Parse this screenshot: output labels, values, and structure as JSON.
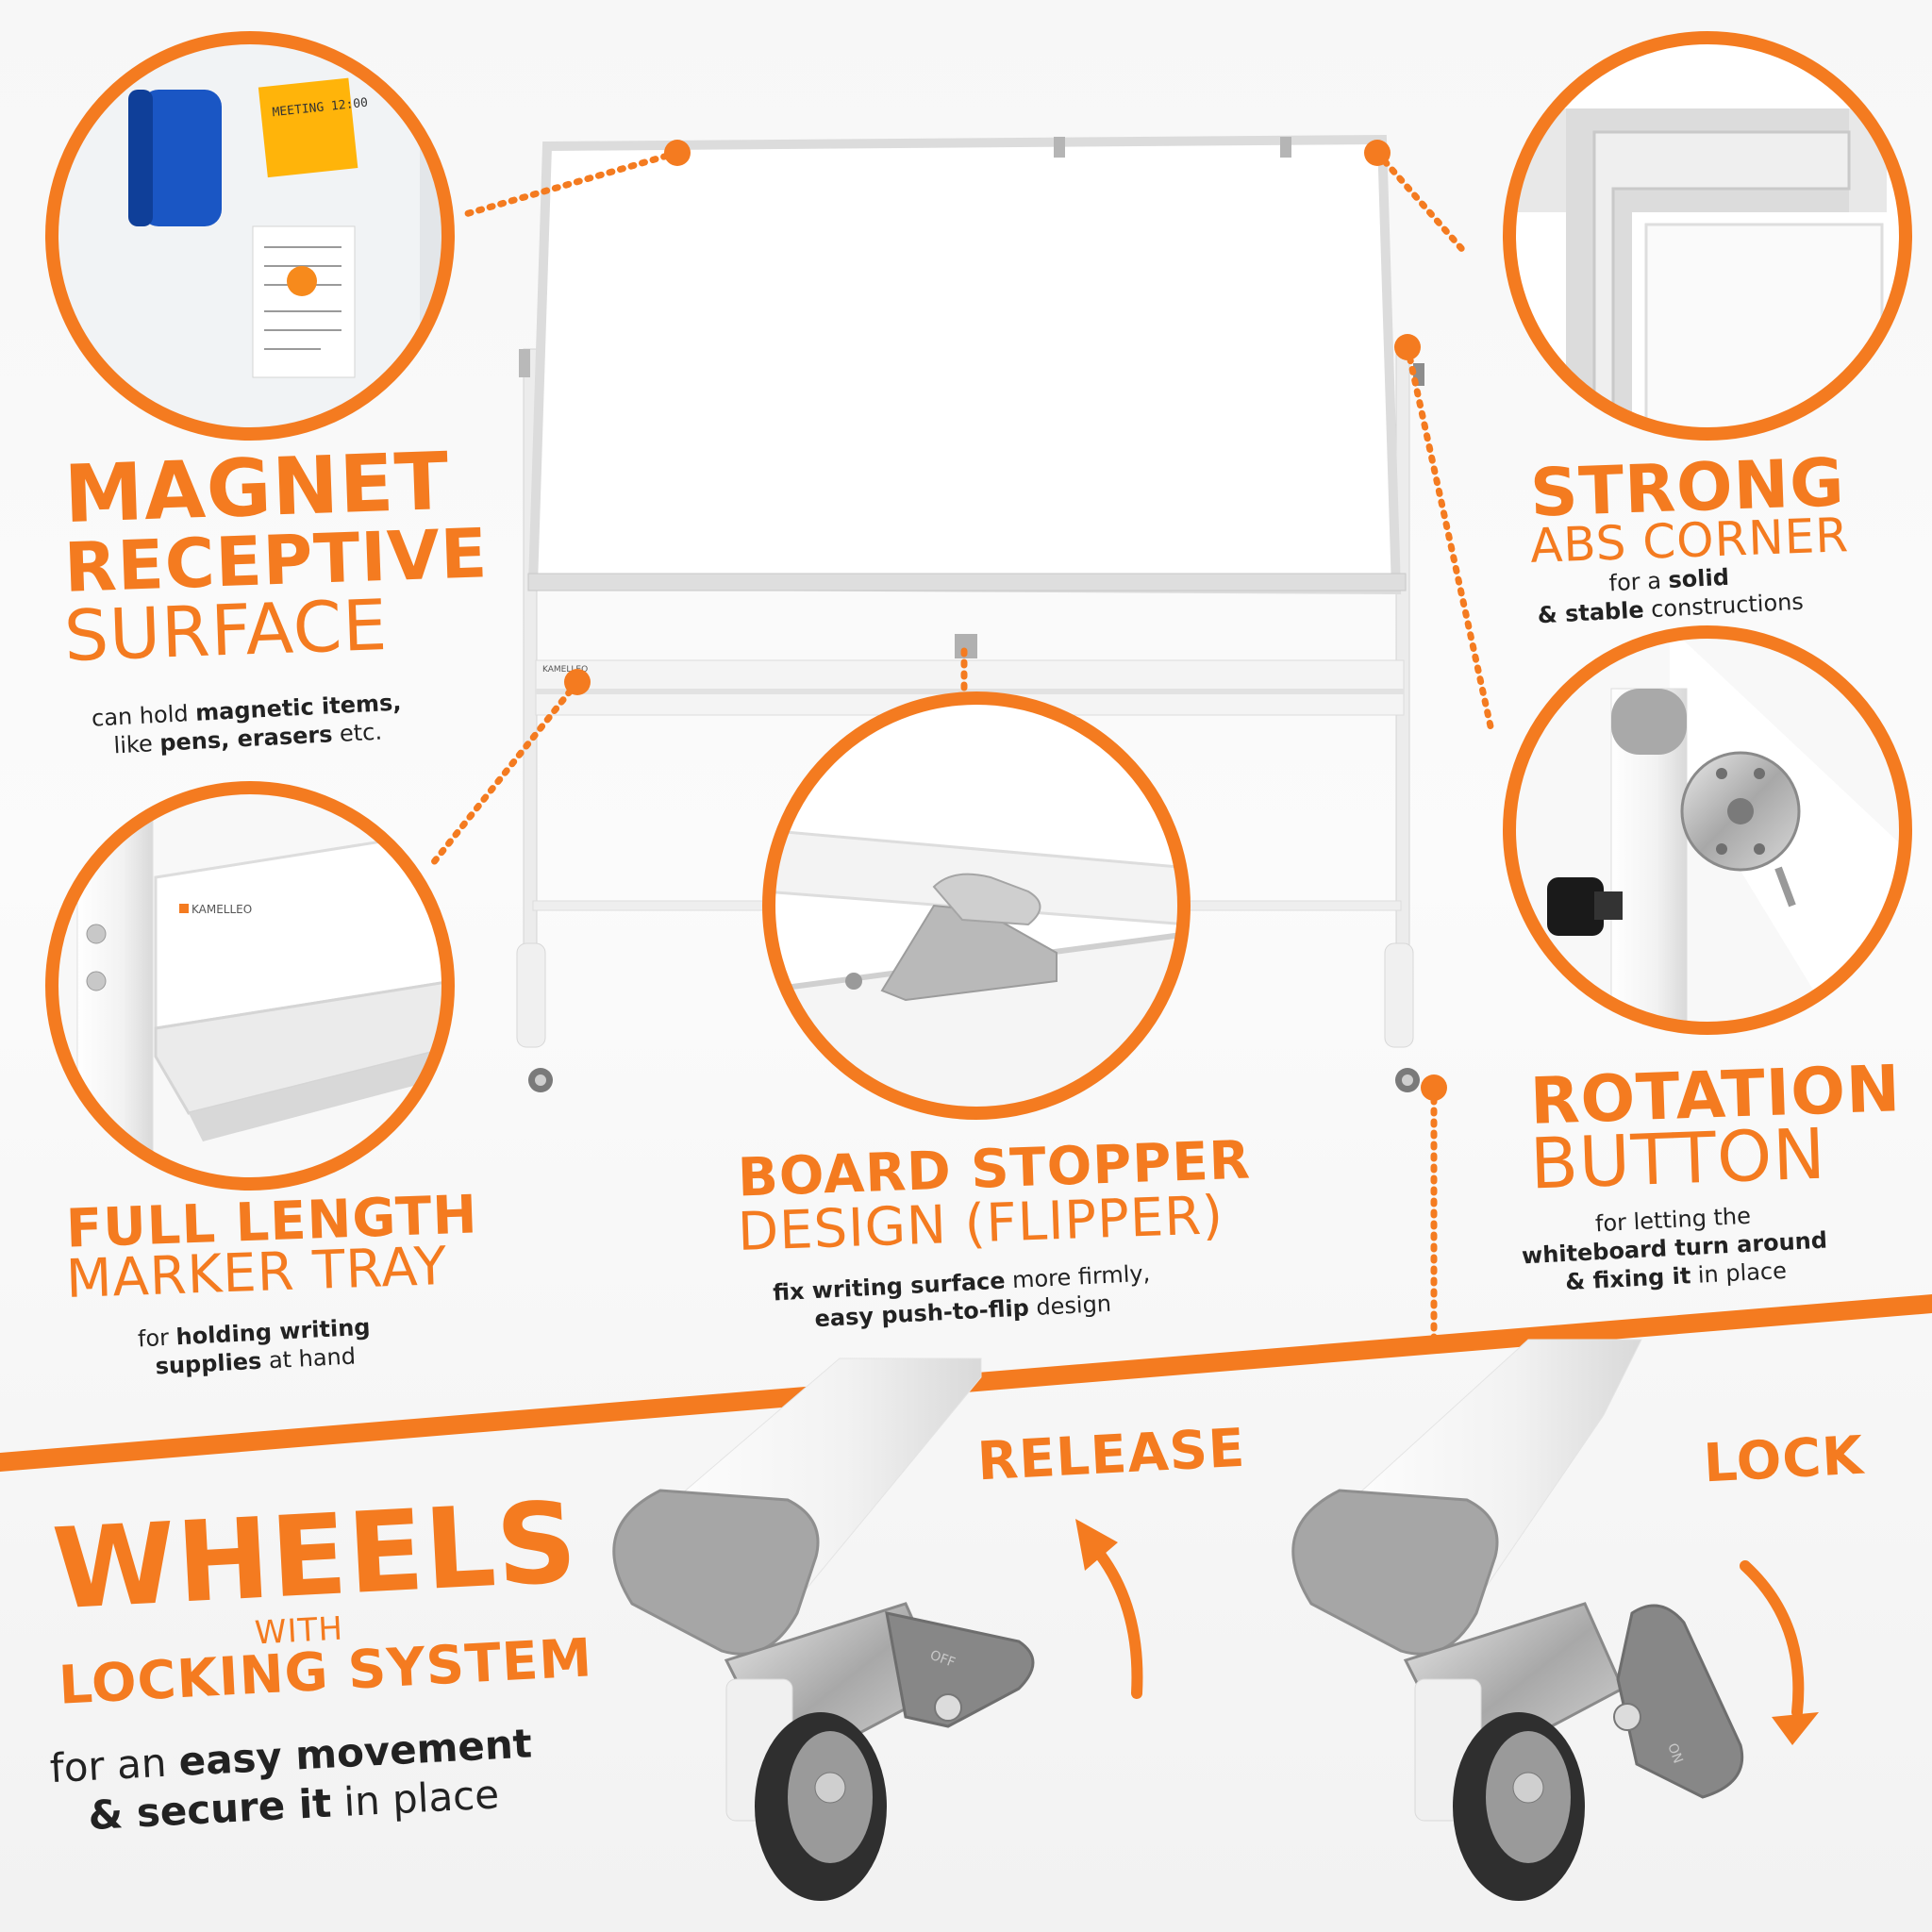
{
  "colors": {
    "accent": "#f47b20",
    "text_dark": "#222222",
    "frame": "#e6e6e6",
    "grey_part": "#a9a9a9"
  },
  "note_text": "MEETING 12:00",
  "brand_label": "KAMELLEO",
  "magnet": {
    "line1": "MAGNET",
    "line2": "RECEPTIVE",
    "line3": "SURFACE",
    "desc1_pre": "can hold ",
    "desc1_bold": "magnetic items,",
    "desc2_pre": "like ",
    "desc2_bold": "pens, erasers",
    "desc2_post": " etc."
  },
  "corner": {
    "line1": "STRONG",
    "line2": "ABS CORNER",
    "desc1_pre": "for a ",
    "desc1_bold": "solid",
    "desc2_bold": "& stable",
    "desc2_post": " constructions"
  },
  "tray": {
    "line1": "FULL LENGTH",
    "line2": "MARKER TRAY",
    "desc1_pre": "for ",
    "desc1_bold": "holding writing",
    "desc2_bold": "supplies",
    "desc2_post": " at hand"
  },
  "stopper": {
    "line1": "BOARD STOPPER",
    "line2": "DESIGN (FLIPPER)",
    "desc1_bold": "fix writing surface",
    "desc1_post": " more firmly,",
    "desc2_bold": "easy push-to-flip",
    "desc2_post": " design"
  },
  "rotation": {
    "line1": "ROTATION",
    "line2": "BUTTON",
    "desc1": "for letting the",
    "desc2_bold": "whiteboard turn around",
    "desc3_bold": "& fixing it",
    "desc3_post": " in place"
  },
  "wheels": {
    "line1": "WHEELS",
    "line2": "WITH",
    "line3": "LOCKING SYSTEM",
    "desc1_pre": "for an ",
    "desc1_bold": "easy movement",
    "desc2_bold": "& secure it",
    "desc2_post": " in place",
    "release_label": "RELEASE",
    "lock_label": "LOCK",
    "release_pedal_text": "OFF",
    "lock_pedal_text": "ON"
  }
}
